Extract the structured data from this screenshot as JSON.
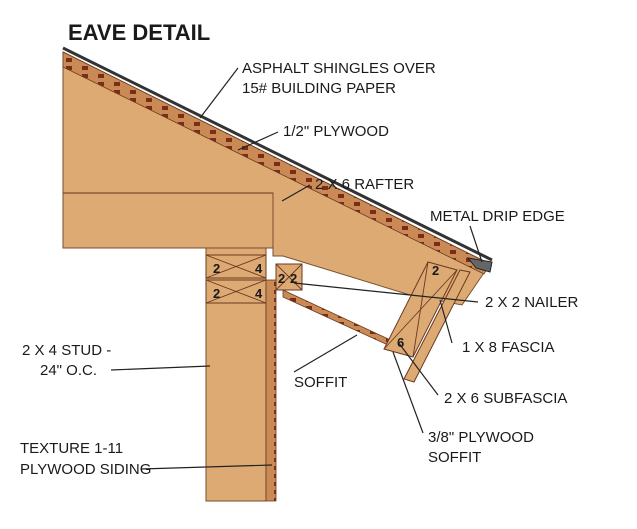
{
  "title": "EAVE DETAIL",
  "labels": {
    "asphalt_line1": "ASPHALT SHINGLES OVER",
    "asphalt_line2": "15# BUILDING PAPER",
    "plywood": "1/2\" PLYWOOD",
    "rafter": "2 X 6 RAFTER",
    "drip_edge": "METAL DRIP EDGE",
    "nailer": "2 X 2 NAILER",
    "fascia": "1 X 8 FASCIA",
    "subfascia": "2 X 6 SUBFASCIA",
    "soffit": "SOFFIT",
    "soffit_ply_line1": "3/8\" PLYWOOD",
    "soffit_ply_line2": "SOFFIT",
    "stud_line1": "2 X 4 STUD -",
    "stud_line2": "24\" O.C.",
    "siding_line1": "TEXTURE 1-11",
    "siding_line2": "PLYWOOD SIDING"
  },
  "member_marks": {
    "plate_top_left": "2",
    "plate_top_right": "4",
    "plate_bottom_left": "2",
    "plate_bottom_right": "4",
    "nailer_left": "2",
    "nailer_right": "2",
    "subfascia_top": "2",
    "subfascia_bottom": "6"
  },
  "colors": {
    "wood": "#deaa74",
    "wood_edge": "#7a4e2c",
    "ply_stripe": "#8a3f22",
    "leader": "#222222"
  }
}
